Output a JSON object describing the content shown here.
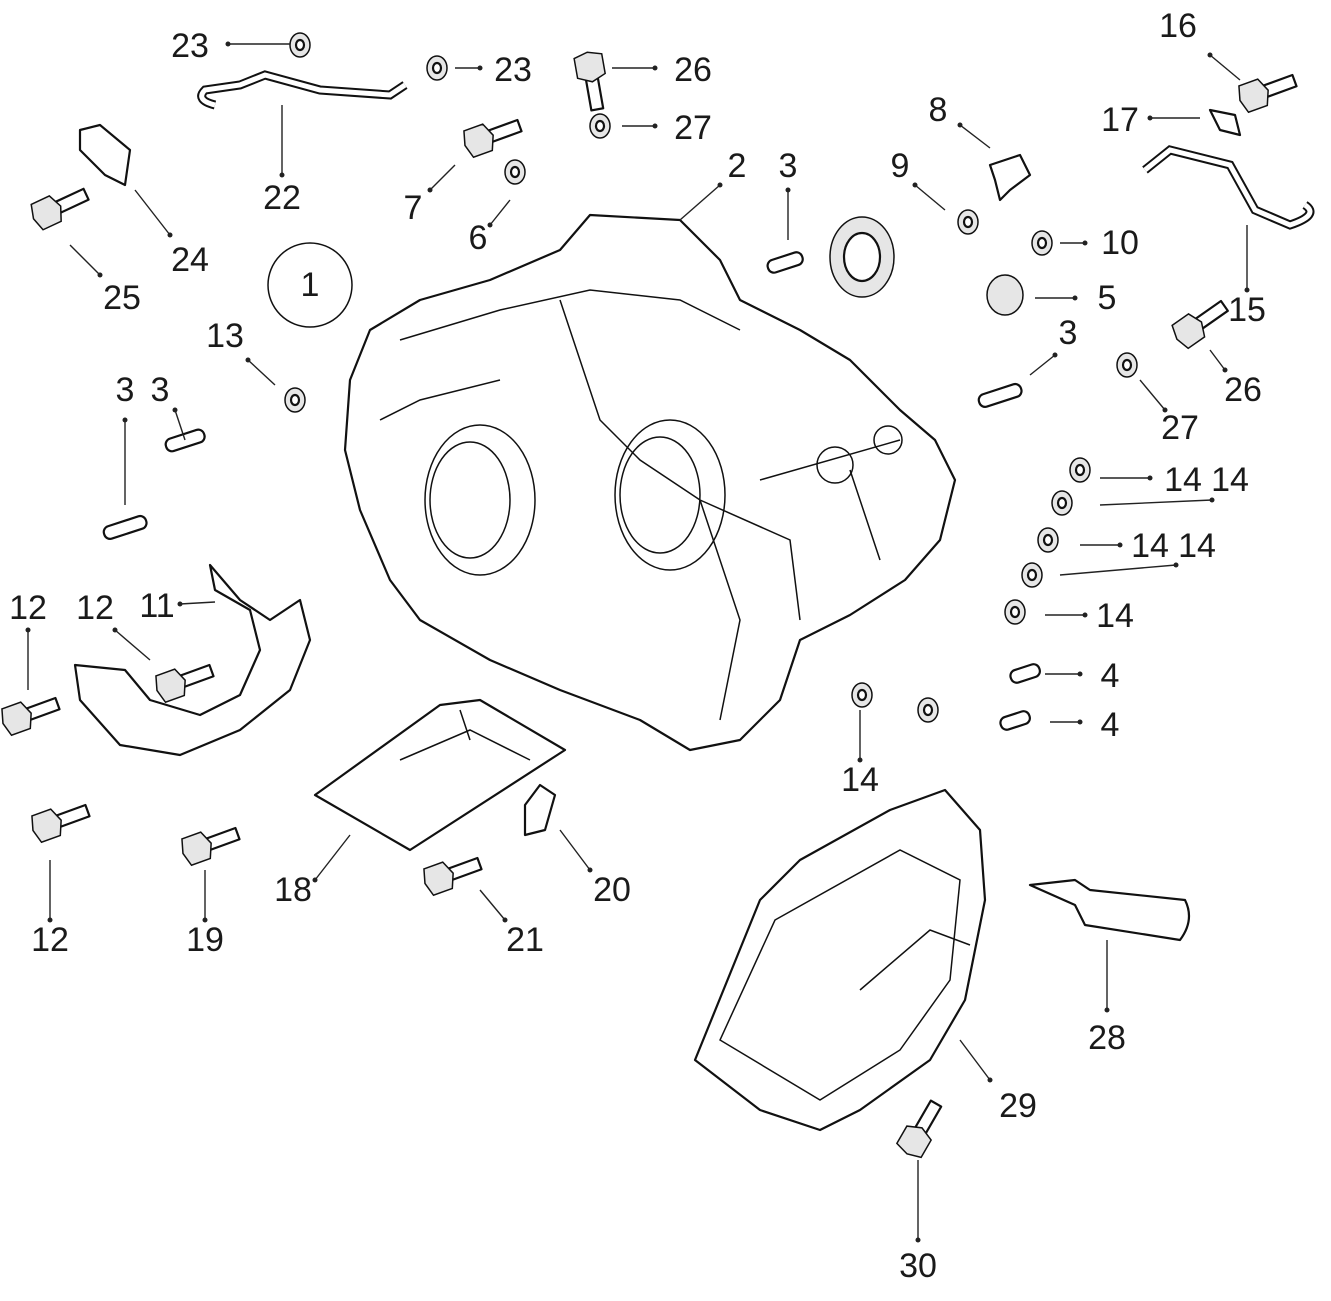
{
  "diagram": {
    "type": "exploded-parts-diagram",
    "group_number": "1",
    "callouts": [
      "23",
      "23",
      "26",
      "27",
      "2",
      "3",
      "8",
      "9",
      "16",
      "17",
      "10",
      "15",
      "5",
      "3",
      "26",
      "27",
      "14",
      "14",
      "14",
      "14",
      "14",
      "4",
      "4",
      "14",
      "22",
      "7",
      "6",
      "24",
      "25",
      "13",
      "3",
      "3",
      "12",
      "12",
      "11",
      "12",
      "19",
      "18",
      "21",
      "20",
      "28",
      "29",
      "30"
    ]
  }
}
